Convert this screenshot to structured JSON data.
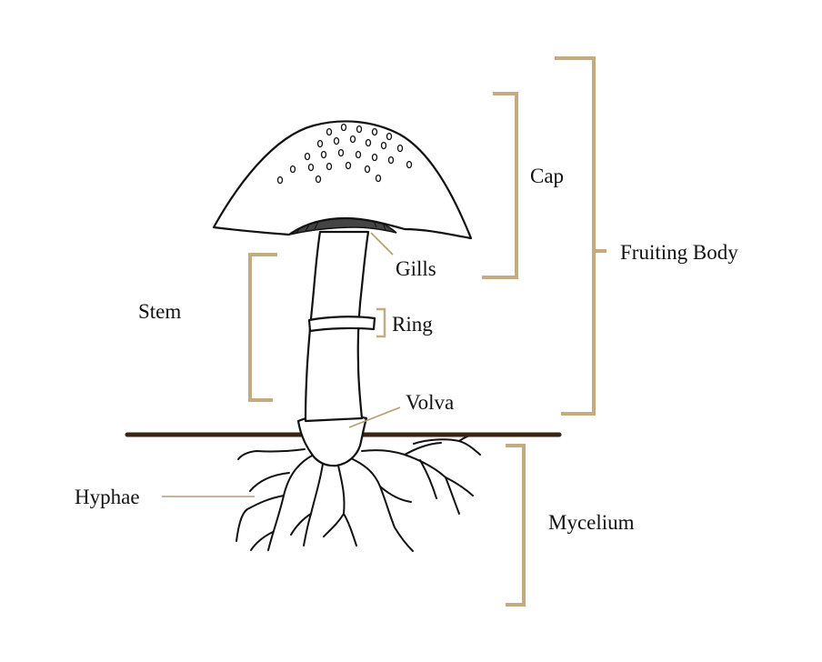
{
  "colors": {
    "bracket": "#c4ab82",
    "leader": "#b89c6e",
    "ground": "#3a2414",
    "ink": "#111111"
  },
  "labels": {
    "cap": "Cap",
    "fruiting_body": "Fruiting Body",
    "gills": "Gills",
    "stem": "Stem",
    "ring": "Ring",
    "volva": "Volva",
    "hyphae": "Hyphae",
    "mycelium": "Mycelium"
  }
}
